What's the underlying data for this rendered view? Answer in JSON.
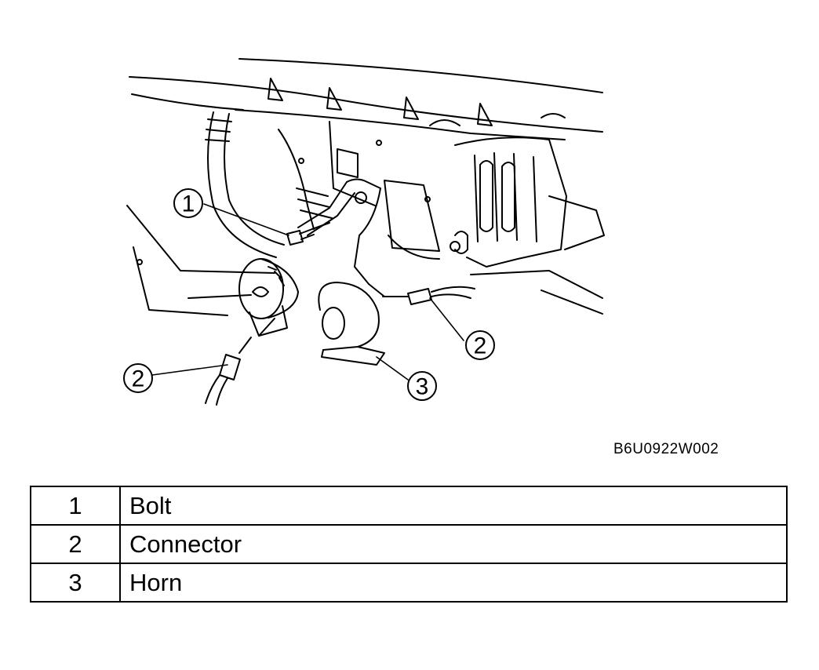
{
  "figure_code": "B6U0922W002",
  "callouts": [
    "1",
    "2",
    "2",
    "3"
  ],
  "legend": [
    {
      "number": "1",
      "label": "Bolt"
    },
    {
      "number": "2",
      "label": "Connector"
    },
    {
      "number": "3",
      "label": "Horn"
    }
  ]
}
